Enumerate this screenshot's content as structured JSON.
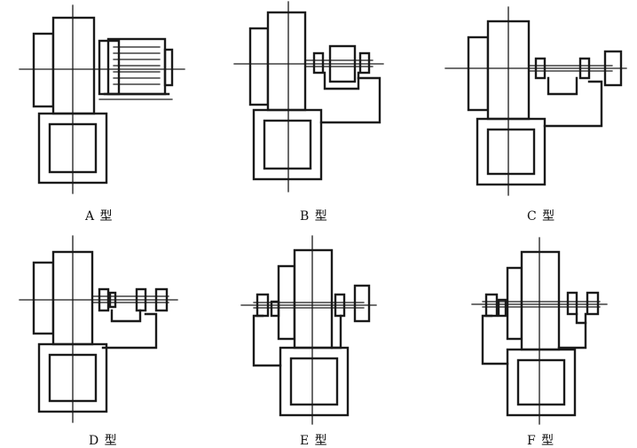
{
  "figures": [
    {
      "id": "A",
      "label": "A 型"
    },
    {
      "id": "B",
      "label": "B 型"
    },
    {
      "id": "C",
      "label": "C 型"
    },
    {
      "id": "D",
      "label": "D 型"
    },
    {
      "id": "E",
      "label": "E 型"
    },
    {
      "id": "F",
      "label": "F 型"
    }
  ],
  "colors": {
    "line": "#1a1a1a",
    "background": "#ffffff"
  }
}
